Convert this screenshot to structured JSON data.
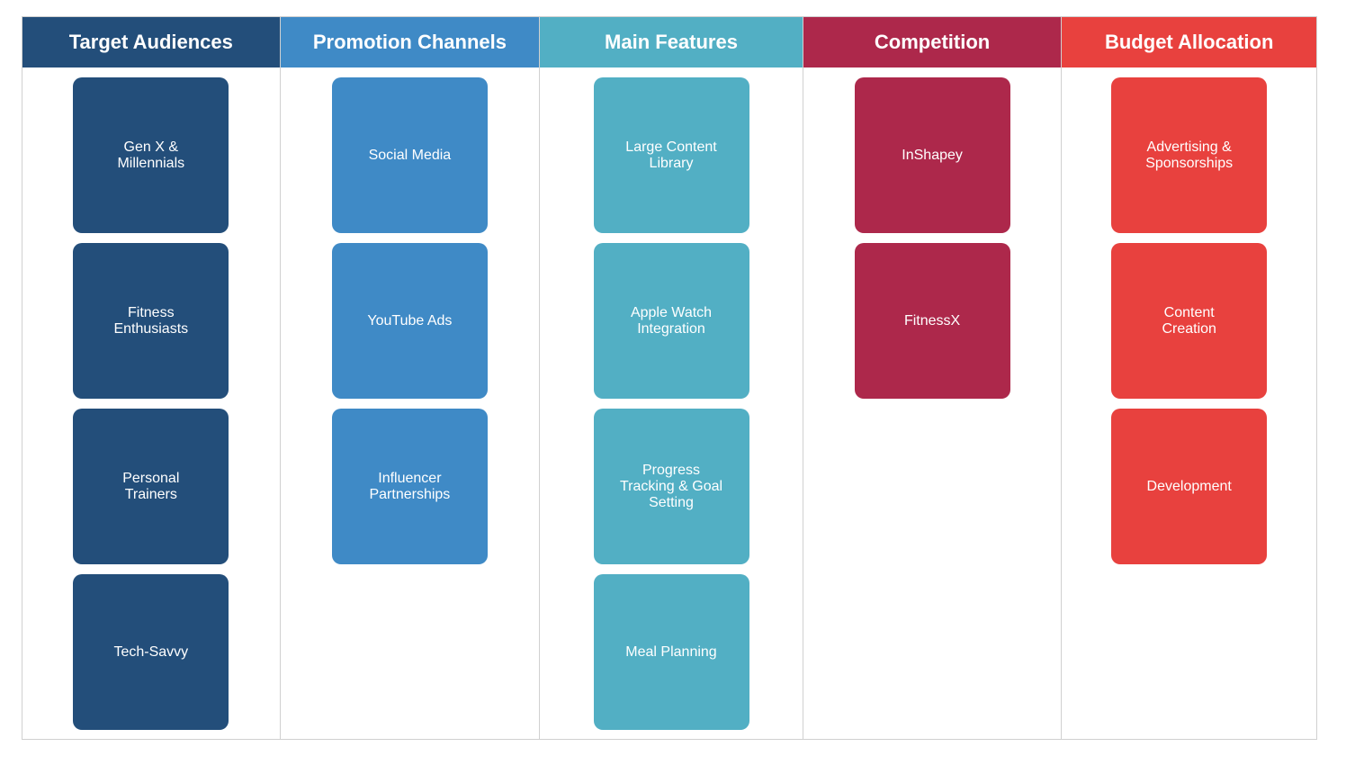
{
  "columns": [
    {
      "header": "Target Audiences",
      "header_color": "#234e7a",
      "card_color": "#234e7a",
      "cards": [
        "Gen X &\nMillennials",
        "Fitness\nEnthusiasts",
        "Personal\nTrainers",
        "Tech-Savvy"
      ]
    },
    {
      "header": "Promotion Channels",
      "header_color": "#3f8ac6",
      "card_color": "#3f8ac6",
      "cards": [
        "Social Media",
        "YouTube Ads",
        "Influencer\nPartnerships"
      ]
    },
    {
      "header": "Main Features",
      "header_color": "#52afc4",
      "card_color": "#52afc4",
      "cards": [
        "Large Content\nLibrary",
        "Apple Watch\nIntegration",
        "Progress\nTracking & Goal\nSetting",
        "Meal Planning"
      ]
    },
    {
      "header": "Competition",
      "header_color": "#ad284b",
      "card_color": "#ad284b",
      "cards": [
        "InShapey",
        "FitnessX"
      ]
    },
    {
      "header": "Budget Allocation",
      "header_color": "#e8413e",
      "card_color": "#e8413e",
      "cards": [
        "Advertising &\nSponsorships",
        "Content\nCreation",
        "Development"
      ]
    }
  ]
}
